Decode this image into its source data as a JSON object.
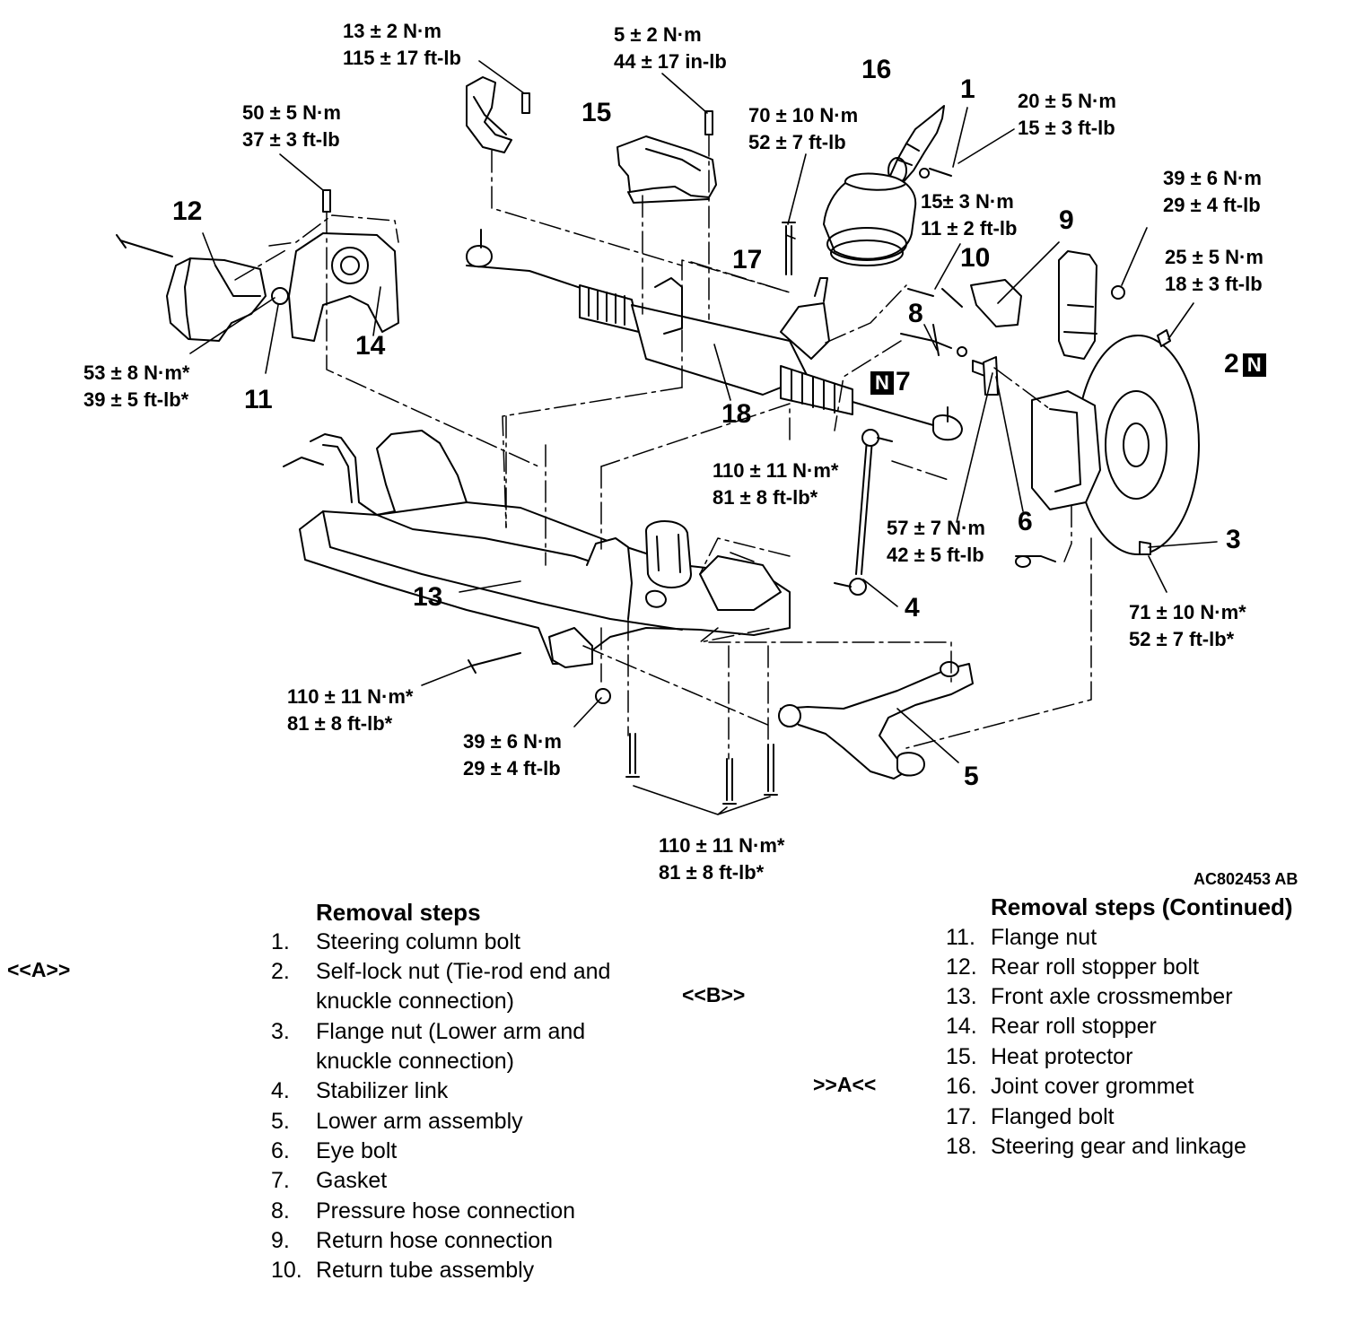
{
  "figure_code": "AC802453 AB",
  "callouts": {
    "c1": "1",
    "c2": "2",
    "c3": "3",
    "c4": "4",
    "c5": "5",
    "c6": "6",
    "c7": "7",
    "c8": "8",
    "c9": "9",
    "c10": "10",
    "c11": "11",
    "c12": "12",
    "c13": "13",
    "c14": "14",
    "c15": "15",
    "c16": "16",
    "c17": "17",
    "c18": "18"
  },
  "new_part_badge": "N",
  "torques": {
    "t13": [
      "13 ± 2 N·m",
      "115 ± 17 ft-lb"
    ],
    "t5": [
      "5 ± 2 N·m",
      "44 ± 17 in-lb"
    ],
    "t70": [
      "70 ± 10 N·m",
      "52 ± 7 ft-lb"
    ],
    "t20": [
      "20 ± 5 N·m",
      "15 ± 3 ft-lb"
    ],
    "t50": [
      "50 ± 5 N·m",
      "37 ± 3 ft-lb"
    ],
    "t15": [
      "15± 3 N·m",
      "11 ± 2 ft-lb"
    ],
    "t39a": [
      "39 ± 6 N·m",
      "29 ± 4 ft-lb"
    ],
    "t25": [
      "25 ± 5 N·m",
      "18 ± 3 ft-lb"
    ],
    "t53": [
      "53 ± 8 N·m*",
      "39 ± 5 ft-lb*"
    ],
    "t110a": [
      "110 ± 11 N·m*",
      "81 ± 8 ft-lb*"
    ],
    "t57": [
      "57 ± 7 N·m",
      "42 ± 5 ft-lb"
    ],
    "t71": [
      "71 ± 10 N·m*",
      "52 ± 7 ft-lb*"
    ],
    "t110b": [
      "110 ± 11 N·m*",
      "81 ± 8 ft-lb*"
    ],
    "t39b": [
      "39 ± 6 N·m",
      "29 ± 4 ft-lb"
    ],
    "t110c": [
      "110 ± 11 N·m*",
      "81 ± 8 ft-lb*"
    ]
  },
  "removal_steps": {
    "title": "Removal steps",
    "items": [
      {
        "num": "1.",
        "text": "Steering column bolt"
      },
      {
        "num": "2.",
        "text": "Self-lock nut (Tie-rod end and"
      },
      {
        "num": "",
        "text": "knuckle connection)"
      },
      {
        "num": "3.",
        "text": "Flange nut (Lower arm and"
      },
      {
        "num": "",
        "text": "knuckle connection)"
      },
      {
        "num": "4.",
        "text": "Stabilizer link"
      },
      {
        "num": "5.",
        "text": "Lower arm assembly"
      },
      {
        "num": "6.",
        "text": "Eye bolt"
      },
      {
        "num": "7.",
        "text": "Gasket"
      },
      {
        "num": "8.",
        "text": "Pressure hose connection"
      },
      {
        "num": "9.",
        "text": "Return hose connection"
      },
      {
        "num": "10.",
        "text": "Return tube assembly"
      }
    ]
  },
  "removal_steps_continued": {
    "title": "Removal steps (Continued)",
    "items": [
      {
        "num": "11.",
        "text": "Flange nut"
      },
      {
        "num": "12.",
        "text": "Rear roll stopper bolt"
      },
      {
        "num": "13.",
        "text": "Front axle crossmember"
      },
      {
        "num": "14.",
        "text": "Rear roll stopper"
      },
      {
        "num": "15.",
        "text": "Heat protector"
      },
      {
        "num": "16.",
        "text": "Joint cover grommet"
      },
      {
        "num": "17.",
        "text": "Flanged bolt"
      },
      {
        "num": "18.",
        "text": "Steering gear and linkage"
      }
    ]
  },
  "markers": {
    "removal_A": "<<A>>",
    "removal_B": "<<B>>",
    "install_A": ">>A<<"
  }
}
